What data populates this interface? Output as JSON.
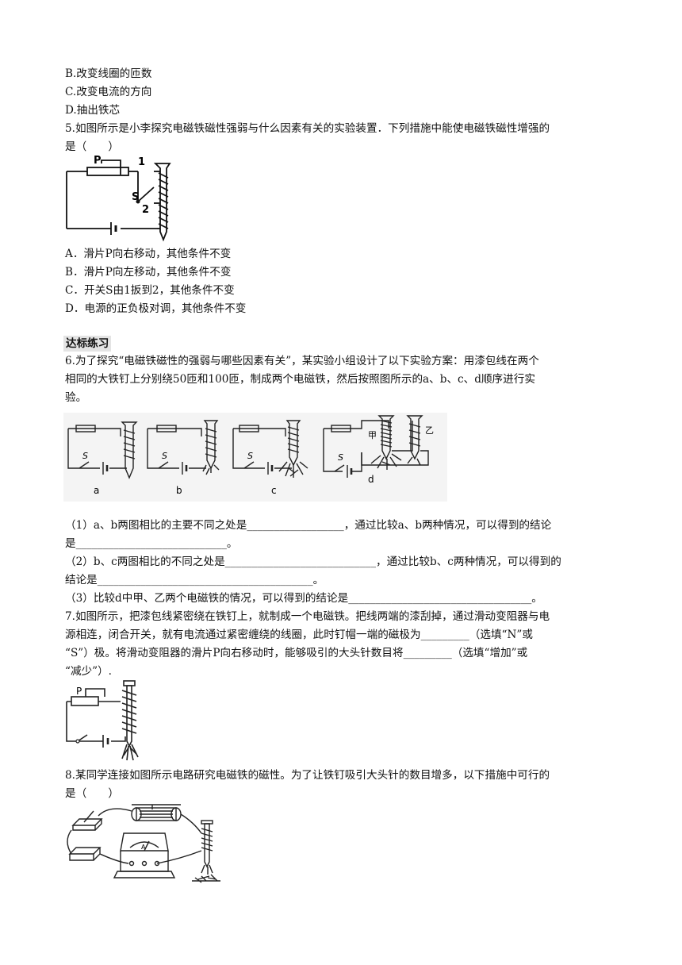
{
  "q4": {
    "options": [
      "B.改变线圈的匝数",
      "C.改变电流的方向",
      "D.抽出铁芯"
    ]
  },
  "q5": {
    "stem_line1": "5.如图所示是小李探究电磁铁磁性强弱与什么因素有关的实验装置．下列措施中能使电磁铁磁性增强的",
    "stem_line2": "是（　　）",
    "figure_labels": {
      "p": "P",
      "s": "S",
      "one": "1",
      "two": "2"
    },
    "options": [
      "A．滑片P向右移动，其他条件不变",
      "B．滑片P向左移动，其他条件不变",
      "C．开关S由1扳到2，其他条件不变",
      "D．电源的正负极对调，其他条件不变"
    ]
  },
  "section_title": "达标练习",
  "q6": {
    "stem": [
      "6.为了探究“电磁铁磁性的强弱与哪些因素有关”，某实验小组设计了以下实验方案：用漆包线在两个",
      "相同的大铁钉上分别绕50匝和100匝，制成两个电磁铁，然后按照图所示的a、b、c、d顺序进行实",
      "验。"
    ],
    "figure_labels": {
      "a": "a",
      "b": "b",
      "c": "c",
      "d": "d",
      "s": "S",
      "jia": "甲",
      "yi": "乙"
    },
    "sub1_line1": "（1）a、b两图相比的主要不同之处是__________________，通过比较a、b两种情况，可以得到的结论",
    "sub1_line2": "是____________________________。",
    "sub2_line1": "（2）b、c两图相比的不同之处是____________________________，通过比较b、c两种情况，可以得到的",
    "sub2_line2": "结论是________________________________________。",
    "sub3": "（3）比较d中甲、乙两个电磁铁的情况，可以得到的结论是__________________________________。"
  },
  "q7": {
    "stem": [
      "7.如图所示，把漆包线紧密绕在铁钉上，就制成一个电磁铁。把线两端的漆刮掉，通过滑动变阻器与电",
      "源相连，闭合开关，就有电流通过紧密缠绕的线圈，此时钉帽一端的磁极为_________（选填“N”或",
      "“S”）极。将滑动变阻器的滑片P向右移动时，能够吸引的大头针数目将_________（选填“增加”或",
      "“减少”）."
    ],
    "figure_labels": {
      "p": "P"
    }
  },
  "q8": {
    "stem_line1": "8.某同学连接如图所示电路研究电磁铁的磁性。为了让铁钉吸引大头针的数目增多，以下措施中可行的",
    "stem_line2": "是（　　）",
    "figure_labels": {
      "meter": "A"
    }
  }
}
